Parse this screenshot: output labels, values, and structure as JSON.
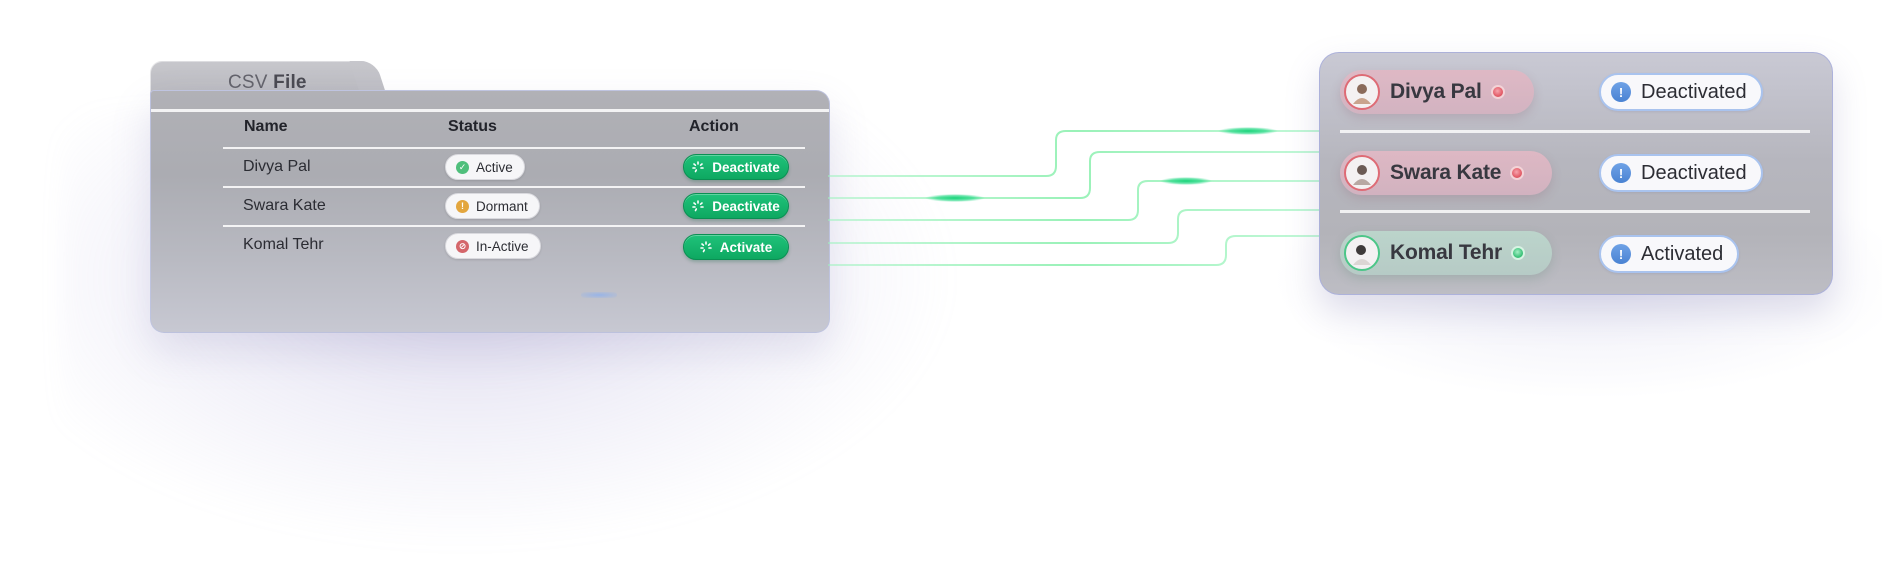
{
  "csv": {
    "title_prefix": "CSV",
    "title_suffix": "File",
    "columns": {
      "name": "Name",
      "status": "Status",
      "action": "Action"
    },
    "rows": [
      {
        "name": "Divya Pal",
        "status": "Active",
        "status_icon": "check-circle-icon",
        "action": "Deactivate"
      },
      {
        "name": "Swara Kate",
        "status": "Dormant",
        "status_icon": "warning-circle-icon",
        "action": "Deactivate"
      },
      {
        "name": "Komal Tehr",
        "status": "In-Active",
        "status_icon": "prohibited-circle-icon",
        "action": "Activate"
      }
    ]
  },
  "results": [
    {
      "name": "Divya Pal",
      "indicator": "red",
      "state": "Deactivated"
    },
    {
      "name": "Swara Kate",
      "indicator": "red",
      "state": "Deactivated"
    },
    {
      "name": "Komal Tehr",
      "indicator": "green",
      "state": "Activated"
    }
  ],
  "colors": {
    "action_green": "#12b36a",
    "wire_green": "#8ef0b0",
    "indicator_red": "#e35d69",
    "indicator_green": "#3fc47c",
    "info_blue": "#4a83d3"
  }
}
